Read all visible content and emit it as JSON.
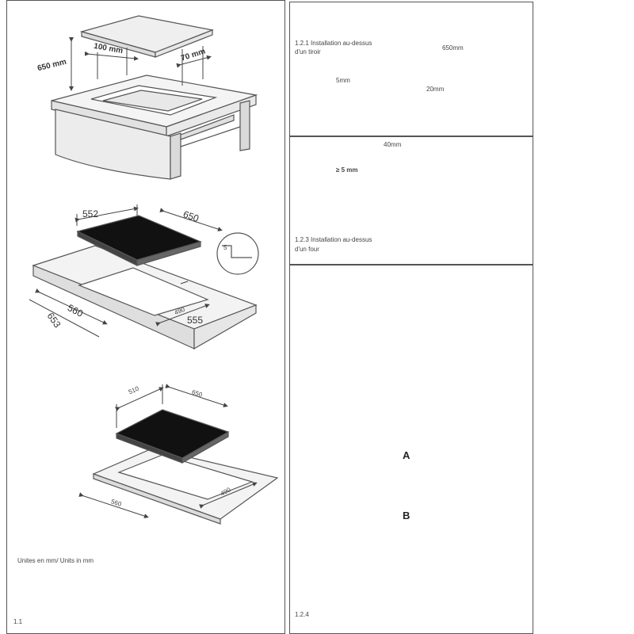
{
  "left": {
    "fig1": {
      "dim_650": "650 mm",
      "dim_100": "100 mm",
      "dim_70": "70 mm"
    },
    "fig2": {
      "dim_552": "552",
      "dim_650": "650",
      "dim_5": "5",
      "dim_560": "560",
      "dim_653": "653",
      "dim_490": "490",
      "dim_555": "555"
    },
    "fig3": {
      "dim_510": "510",
      "dim_650": "650",
      "dim_560": "560",
      "dim_490": "490"
    },
    "units": "Unites  en  mm/  Units  in mm",
    "fig_number": "1.1"
  },
  "right_top": {
    "title_line1": "1.2.1  Installation   au-dessus",
    "title_line2": "d'un  tiroir",
    "dim_650": "650mm",
    "dim_5": "5mm",
    "dim_20": "20mm"
  },
  "right_mid": {
    "dim_40": "40mm",
    "dim_5": "≥ 5 mm",
    "title_line1": "1.2.3  Installation   au-dessus",
    "title_line2": "d'un  four"
  },
  "right_bottom": {
    "label_a": "A",
    "label_b": "B",
    "fig_number": "1.2.4"
  }
}
